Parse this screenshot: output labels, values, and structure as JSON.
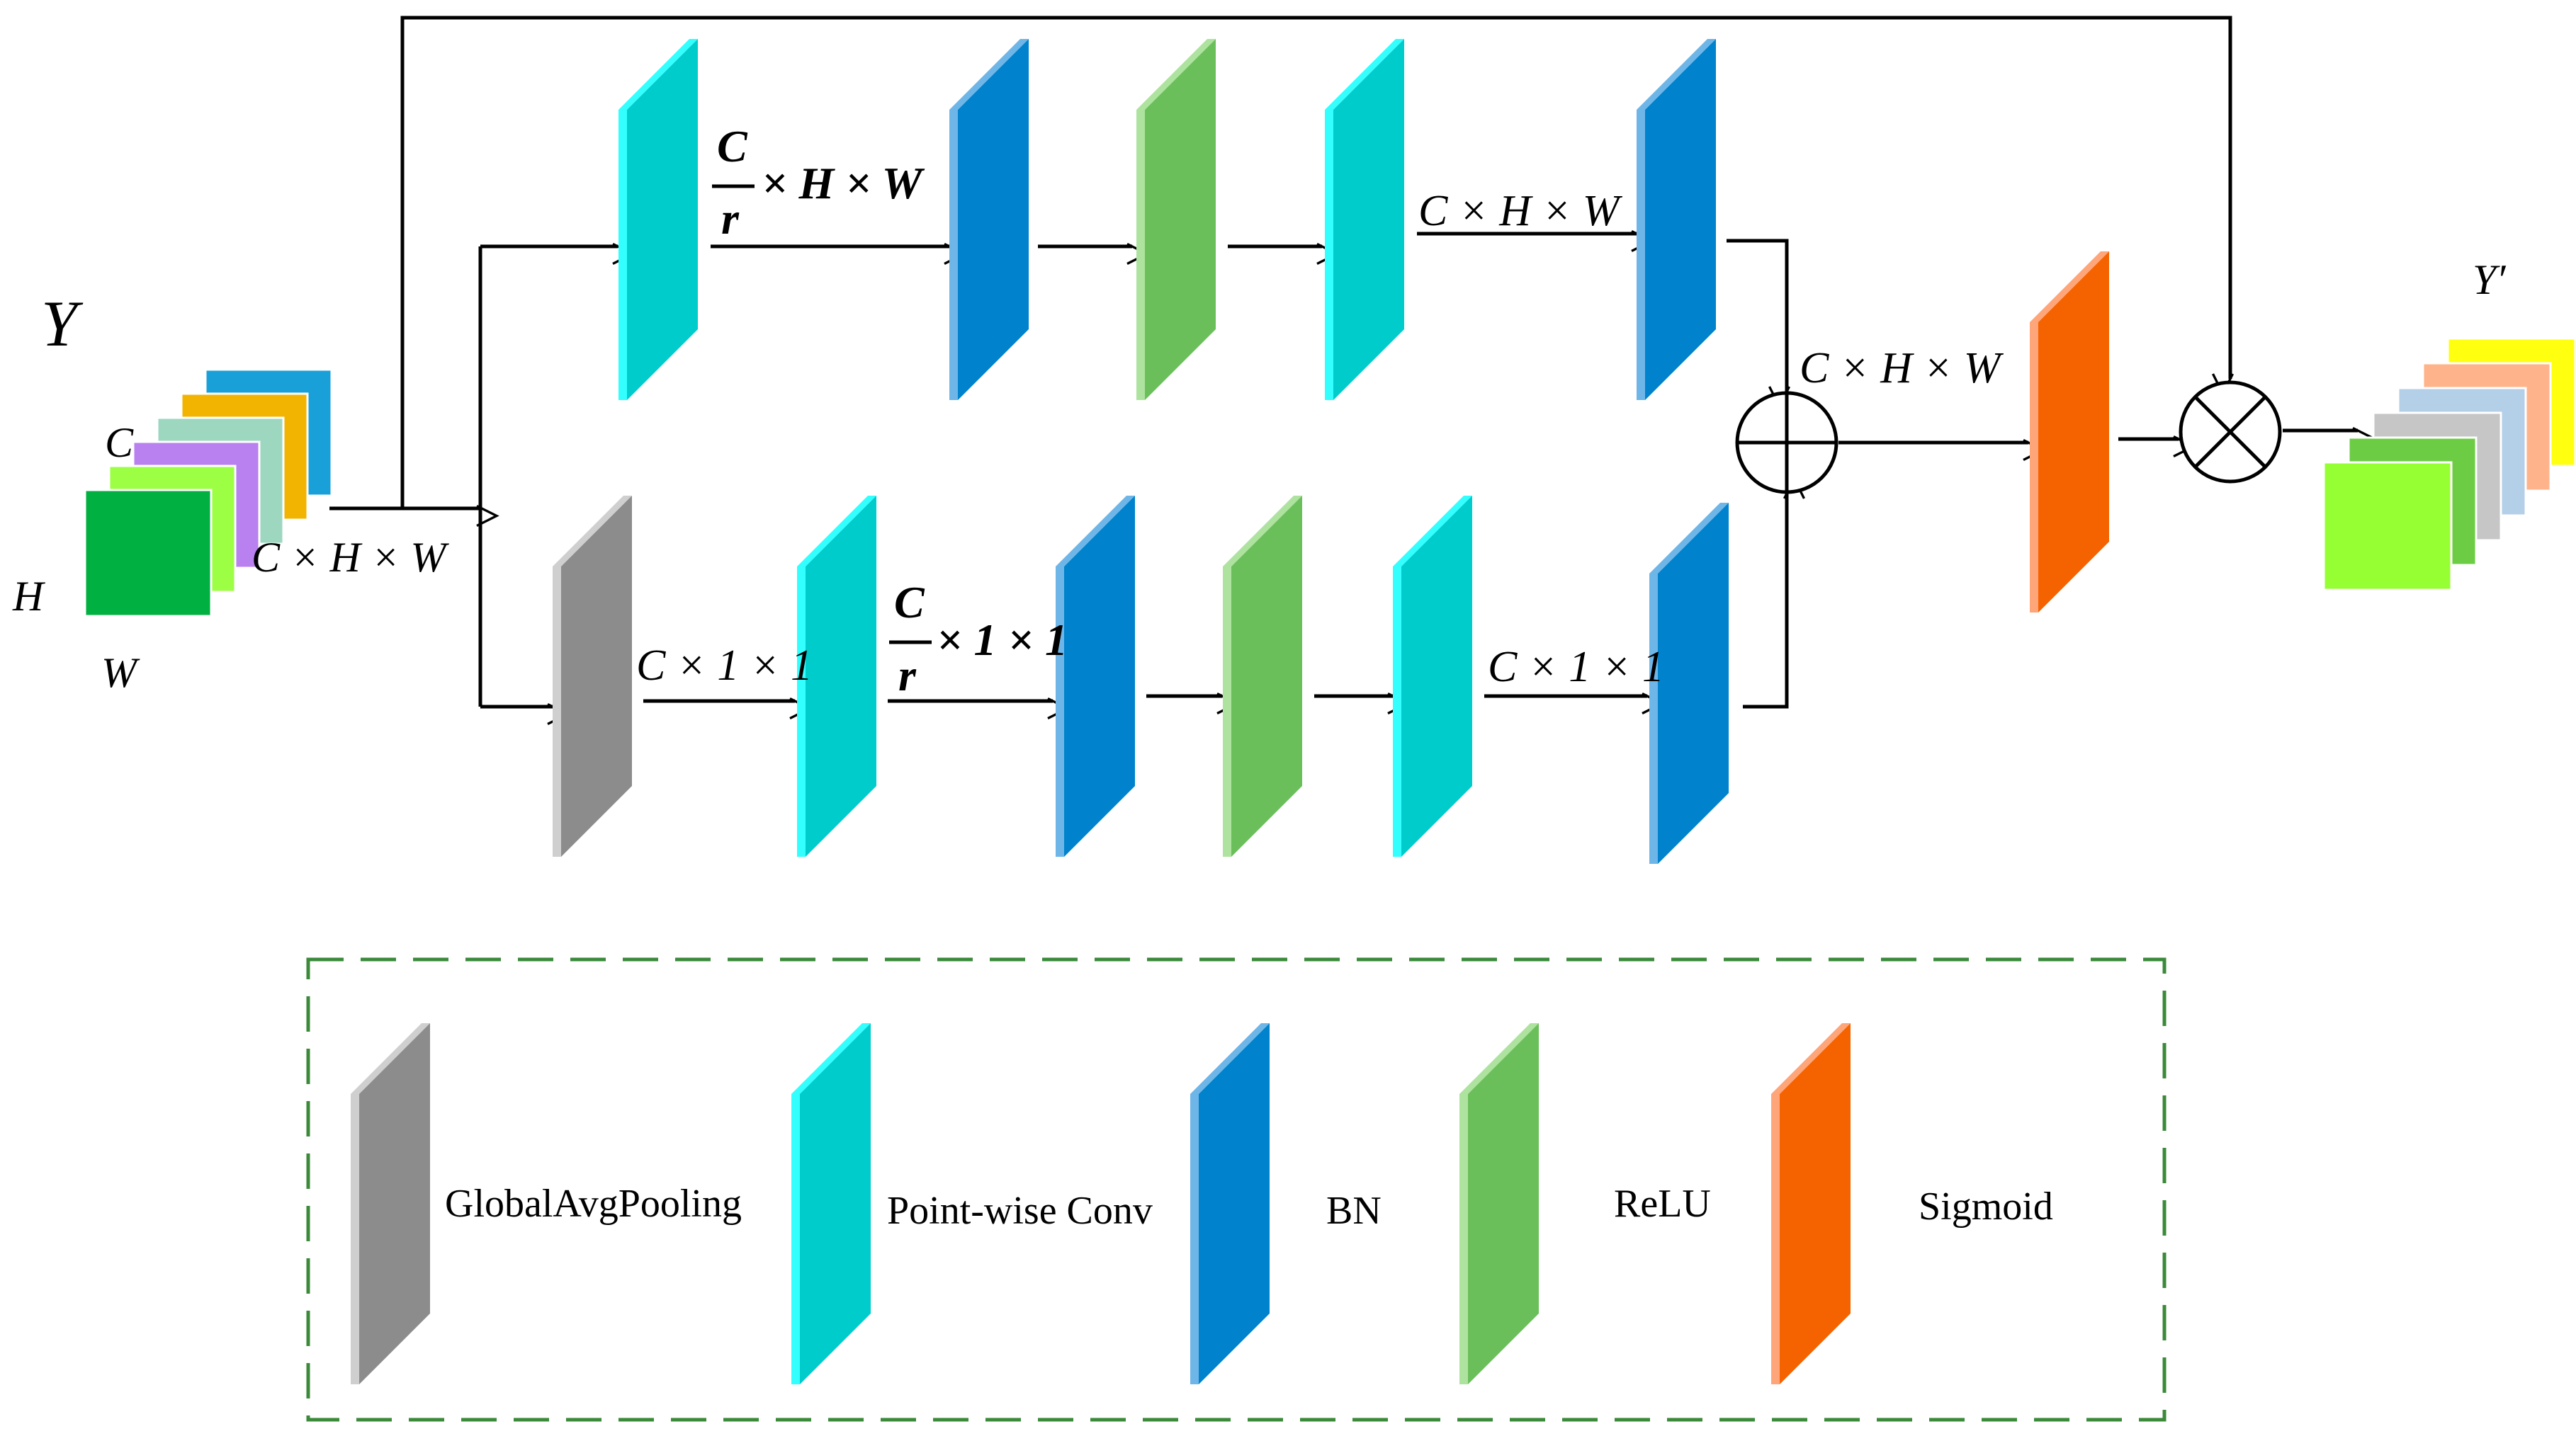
{
  "colors": {
    "pool": "#8c8c8c",
    "pool_light": "#cfcfcf",
    "conv": "#00cccc",
    "conv_light": "#33ffff",
    "bn": "#0082cc",
    "bn_light": "#6fb6e8",
    "relu": "#6bbf5b",
    "relu_light": "#aee39f",
    "sigmoid": "#f56300",
    "sigmoid_light": "#ffa57a",
    "legend_border": "#3a8a3a"
  },
  "input": {
    "label": "Y",
    "dim_c": "C",
    "dim_h": "H",
    "dim_w": "W",
    "size": "C × H × W",
    "slice_colors": [
      "#1aa0d8",
      "#f2b400",
      "#9ed7c0",
      "#b980f0",
      "#9cff44",
      "#00b040"
    ]
  },
  "output": {
    "label": "Y′",
    "slice_colors": [
      "#ffff10",
      "#ffb38a",
      "#b4cfe8",
      "#c6c6c6",
      "#6ccc44",
      "#96ff33"
    ]
  },
  "labels": {
    "top_reduce_num": "C",
    "top_reduce_den": "r",
    "top_reduce_rest": "× H × W",
    "top_out": "C × H × W",
    "sum_out": "C × H × W",
    "bot_pool_out": "C × 1 × 1",
    "bot_reduce_num": "C",
    "bot_reduce_den": "r",
    "bot_reduce_rest": "× 1 × 1",
    "bot_out": "C × 1 × 1"
  },
  "operators": {
    "add": "add",
    "multiply": "multiply"
  },
  "legend": {
    "items": [
      {
        "type": "pool",
        "label": "GlobalAvgPooling"
      },
      {
        "type": "conv",
        "label": "Point-wise Conv"
      },
      {
        "type": "bn",
        "label": "BN"
      },
      {
        "type": "relu",
        "label": "ReLU"
      },
      {
        "type": "sigmoid",
        "label": "Sigmoid"
      }
    ]
  }
}
